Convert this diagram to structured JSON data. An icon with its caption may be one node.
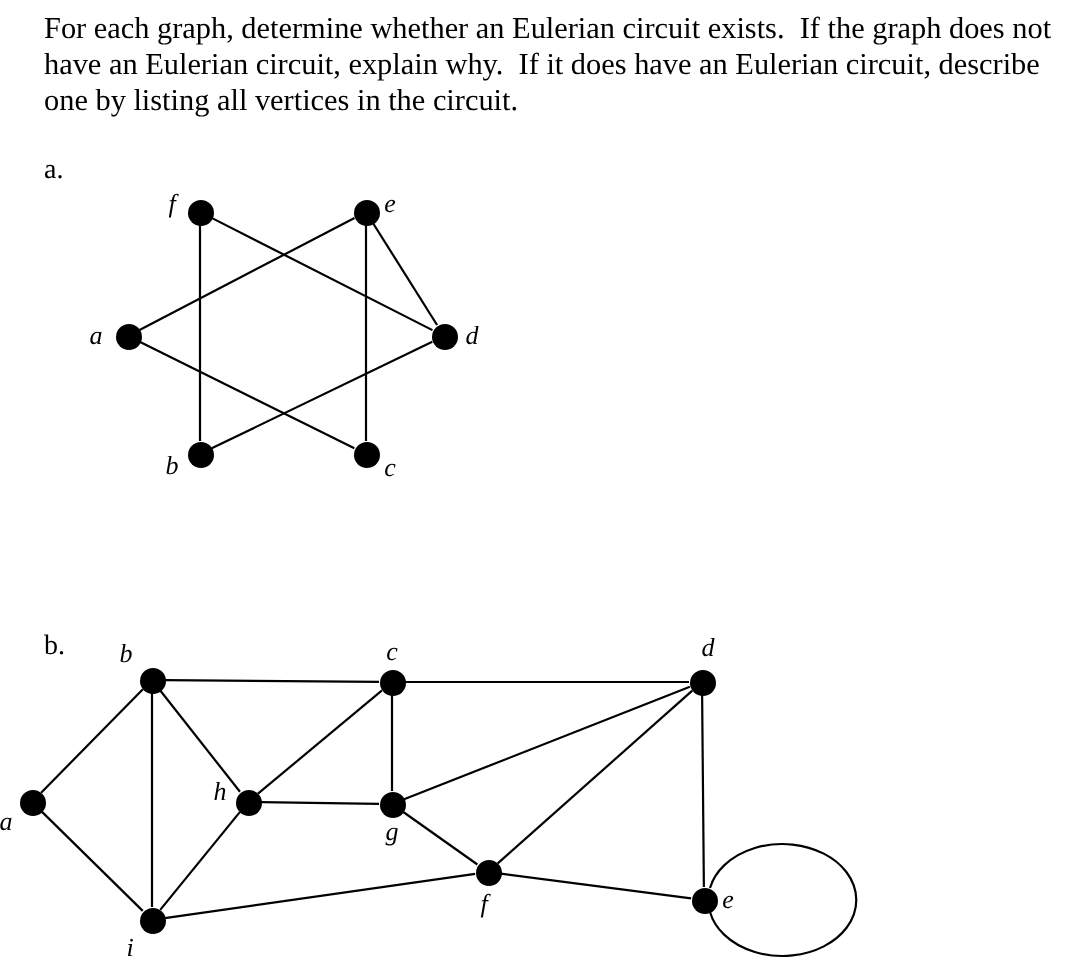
{
  "diagram": {
    "title": "For each graph, determine whether an Eulerian circuit exists.  If the graph does not have an Eulerian circuit, explain why.  If it does have an Eulerian circuit, describe one by listing all vertices in the circuit.",
    "nodes": [
      {
        "text": [],
        "shape": "circle",
        "beside": [
          "f"
        ]
      },
      {
        "text": [],
        "shape": "circle",
        "beside": [
          "e"
        ]
      },
      {
        "text": [],
        "shape": "circle",
        "beside": [
          "a"
        ]
      },
      {
        "text": [],
        "shape": "circle",
        "beside": [
          "d"
        ]
      },
      {
        "text": [],
        "shape": "circle",
        "beside": [
          "b"
        ]
      },
      {
        "text": [],
        "shape": "circle",
        "beside": [
          "c"
        ]
      },
      {
        "text": [],
        "shape": "circle",
        "beside": [
          "b"
        ]
      },
      {
        "text": [],
        "shape": "circle",
        "beside": [
          "c"
        ]
      },
      {
        "text": [],
        "shape": "circle",
        "beside": [
          "d"
        ]
      },
      {
        "text": [],
        "shape": "circle",
        "beside": [
          "a"
        ]
      },
      {
        "text": [],
        "shape": "circle",
        "beside": [
          "h"
        ]
      },
      {
        "text": [],
        "shape": "circle",
        "beside": [
          "g"
        ]
      },
      {
        "text": [],
        "shape": "circle",
        "beside": [
          "f"
        ]
      },
      {
        "text": [],
        "shape": "circle",
        "beside": [
          "e"
        ]
      },
      {
        "text": [],
        "shape": "circle",
        "beside": [
          "i"
        ]
      }
    ],
    "edges": [
      {
        "from": 0,
        "to": 4,
        "arrow": "none"
      },
      {
        "from": 1,
        "to": 5,
        "arrow": "none"
      },
      {
        "from": 0,
        "to": 3,
        "arrow": "none"
      },
      {
        "from": 1,
        "to": 2,
        "arrow": "none"
      },
      {
        "from": 1,
        "to": 3,
        "arrow": "none"
      },
      {
        "from": 2,
        "to": 5,
        "arrow": "none"
      },
      {
        "from": 4,
        "to": 3,
        "arrow": "none"
      },
      {
        "from": 9,
        "to": 6,
        "arrow": "none"
      },
      {
        "from": 9,
        "to": 14,
        "arrow": "none"
      },
      {
        "from": 6,
        "to": 14,
        "arrow": "none"
      },
      {
        "from": 6,
        "to": 10,
        "arrow": "none"
      },
      {
        "from": 6,
        "to": 7,
        "arrow": "none"
      },
      {
        "from": 7,
        "to": 8,
        "arrow": "none"
      },
      {
        "from": 7,
        "to": 10,
        "arrow": "none"
      },
      {
        "from": 7,
        "to": 11,
        "arrow": "none"
      },
      {
        "from": 10,
        "to": 14,
        "arrow": "none"
      },
      {
        "from": 10,
        "to": 11,
        "arrow": "none"
      },
      {
        "from": 11,
        "to": 8,
        "arrow": "none"
      },
      {
        "from": 11,
        "to": 12,
        "arrow": "none"
      },
      {
        "from": 12,
        "to": 8,
        "arrow": "none"
      },
      {
        "from": 14,
        "to": 12,
        "arrow": "none"
      },
      {
        "from": 12,
        "to": 13,
        "arrow": "none"
      },
      {
        "from": 8,
        "to": 13,
        "arrow": "none"
      },
      {
        "from": 13,
        "to": 13,
        "arrow": "none"
      }
    ],
    "labels": [
      "a.",
      "b."
    ]
  }
}
